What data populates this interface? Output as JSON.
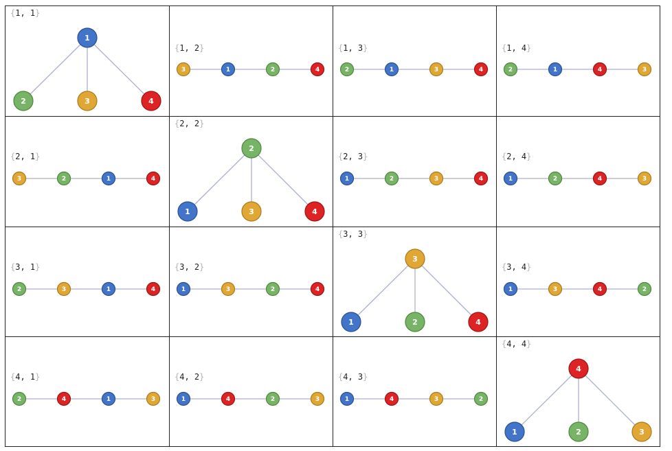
{
  "colors": {
    "1": {
      "fill": "#4275c9",
      "stroke": "#2a4f8f"
    },
    "2": {
      "fill": "#78b466",
      "stroke": "#4f8540"
    },
    "3": {
      "fill": "#e0a734",
      "stroke": "#a97a1e"
    },
    "4": {
      "fill": "#dd2323",
      "stroke": "#9c1515"
    }
  },
  "cells": [
    {
      "label": "1, 1",
      "kind": "star",
      "center": 1,
      "leaves": [
        2,
        3,
        4
      ]
    },
    {
      "label": "1, 2",
      "kind": "path",
      "order": [
        3,
        1,
        2,
        4
      ]
    },
    {
      "label": "1, 3",
      "kind": "path",
      "order": [
        2,
        1,
        3,
        4
      ]
    },
    {
      "label": "1, 4",
      "kind": "path",
      "order": [
        2,
        1,
        4,
        3
      ]
    },
    {
      "label": "2, 1",
      "kind": "path",
      "order": [
        3,
        2,
        1,
        4
      ]
    },
    {
      "label": "2, 2",
      "kind": "star",
      "center": 2,
      "leaves": [
        1,
        3,
        4
      ]
    },
    {
      "label": "2, 3",
      "kind": "path",
      "order": [
        1,
        2,
        3,
        4
      ]
    },
    {
      "label": "2, 4",
      "kind": "path",
      "order": [
        1,
        2,
        4,
        3
      ]
    },
    {
      "label": "3, 1",
      "kind": "path",
      "order": [
        2,
        3,
        1,
        4
      ]
    },
    {
      "label": "3, 2",
      "kind": "path",
      "order": [
        1,
        3,
        2,
        4
      ]
    },
    {
      "label": "3, 3",
      "kind": "star",
      "center": 3,
      "leaves": [
        1,
        2,
        4
      ]
    },
    {
      "label": "3, 4",
      "kind": "path",
      "order": [
        1,
        3,
        4,
        2
      ]
    },
    {
      "label": "4, 1",
      "kind": "path",
      "order": [
        2,
        4,
        1,
        3
      ]
    },
    {
      "label": "4, 2",
      "kind": "path",
      "order": [
        1,
        4,
        2,
        3
      ]
    },
    {
      "label": "4, 3",
      "kind": "path",
      "order": [
        1,
        4,
        3,
        2
      ]
    },
    {
      "label": "4, 4",
      "kind": "star",
      "center": 4,
      "leaves": [
        1,
        2,
        3
      ]
    }
  ]
}
